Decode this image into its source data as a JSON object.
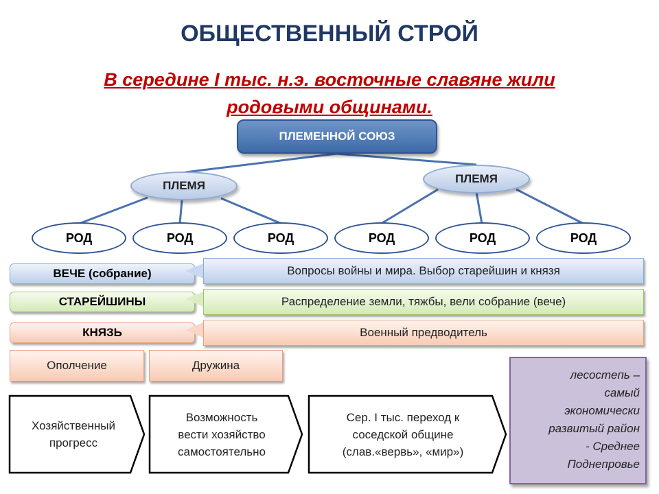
{
  "header": {
    "title": "ОБЩЕСТВЕННЫЙ СТРОЙ",
    "subtitle_line1": "В середине I тыс. н.э. восточные славяне жили",
    "subtitle_line2": "родовыми общинами."
  },
  "hierarchy": {
    "union": "ПЛЕМЕННОЙ СОЮЗ",
    "tribe_left": "ПЛЕМЯ",
    "tribe_right": "ПЛЕМЯ",
    "clans": [
      "РОД",
      "РОД",
      "РОД",
      "РОД",
      "РОД",
      "РОД"
    ]
  },
  "governance": {
    "veche": {
      "label": "ВЕЧЕ (собрание)",
      "description": "Вопросы войны и мира. Выбор старейшин и князя"
    },
    "elders": {
      "label": "СТАРЕЙШИНЫ",
      "description": "Распределение земли, тяжбы, вели собрание (вече)"
    },
    "prince": {
      "label": "КНЯЗЬ",
      "description": "Военный предводитель"
    }
  },
  "forces": {
    "militia": "Ополчение",
    "retinue": "Дружина"
  },
  "process": {
    "step1": [
      "Хозяйственный",
      "прогресс"
    ],
    "step2": [
      "Возможность",
      "вести хозяйство",
      "самостоятельно"
    ],
    "step3": [
      "Сер. I тыс. переход к",
      "соседской общине",
      "(слав.«вервь», «мир»)"
    ]
  },
  "region_note": [
    "лесостепь –",
    "самый",
    "экономически",
    "развитый район",
    "- Среднее",
    "Поднепровье"
  ],
  "colors": {
    "title": "#1f3864",
    "subtitle": "#c00000",
    "union_fill": "#4f7ab8",
    "connector": "#4a72b0",
    "veche_fill": "#dce6f4",
    "elders_fill": "#e2f0d0",
    "prince_fill": "#fbdccd",
    "region_fill": "#ccc1da"
  }
}
